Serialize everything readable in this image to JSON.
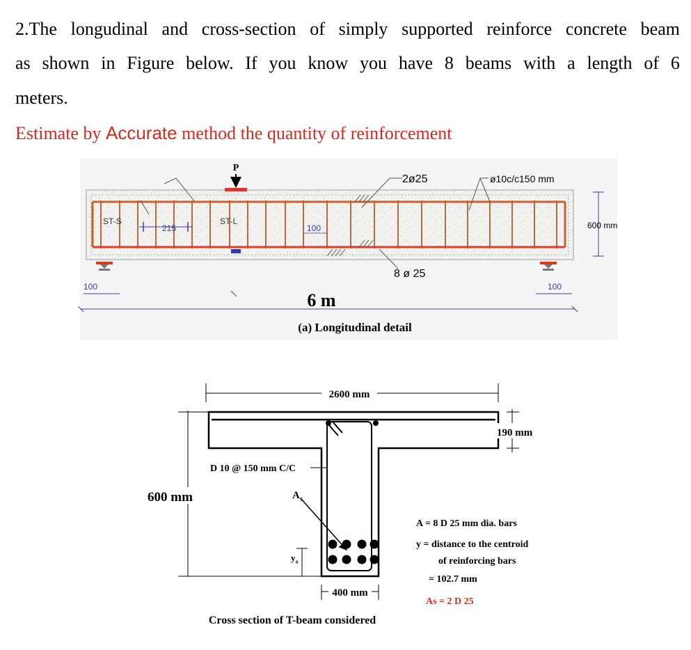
{
  "question": {
    "line1_words": [
      "2.The",
      "longudinal",
      "and",
      "cross-section",
      "of",
      "simply",
      "supported",
      "reinforce",
      "concrete",
      "beam"
    ],
    "line2_words": [
      "as",
      "shown",
      "in",
      "Figure",
      "below.",
      "If",
      "you",
      "know",
      "you",
      "have",
      "8",
      "beams",
      "with",
      "a",
      "length",
      "of",
      "6"
    ],
    "line3": "meters.",
    "task_prefix": "Estimate by",
    "task_keyword": "Accurate",
    "task_suffix": "method the quantity of reinforcement"
  },
  "longitudinal": {
    "load_label": "P",
    "top_bars": "2ø25",
    "stirrups": "ø10c/c150 mm",
    "st_s": "ST-S",
    "st_l": "ST-L",
    "dim_215": "215",
    "dim_100_mid": "100",
    "bottom_bars": "8 ø  25",
    "support_left": "100",
    "support_right": "100",
    "depth": "600 mm",
    "span": "6 m",
    "caption": "(a) Longitudinal detail"
  },
  "cross_section": {
    "flange_width": "2600 mm",
    "flange_depth": "190 mm",
    "stirrup_label": "D 10 @ 150 mm C/C",
    "total_depth": "600 mm",
    "as_symbol": "A",
    "as_sub": "s",
    "ys_symbol": "y",
    "ys_sub": "s",
    "web_width": "400 mm",
    "note1": "A  = 8  D 25 mm dia. bars",
    "note2": "y  = distance to the centroid",
    "note3": "of  reinforcing bars",
    "note4": "= 102.7 mm",
    "note5": "As = 2 D 25",
    "caption": "Cross section of T-beam considered"
  },
  "colors": {
    "question_red": "#d42a1f",
    "rebar_red": "#e03a28",
    "stirrup_brown": "#b56a3f",
    "dim_blue": "#3a3aa8",
    "support_red": "#d83a2a"
  }
}
